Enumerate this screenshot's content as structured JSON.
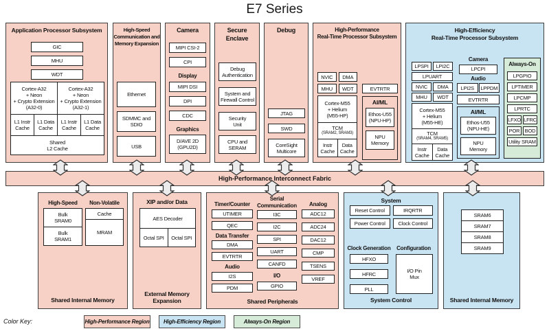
{
  "title": "E7 Series",
  "colors": {
    "hp": "#f7d1c5",
    "he": "#c8e3f1",
    "ao": "#d7ebd9"
  },
  "fabric_label": "High-Performance Interconnect Fabric",
  "aps": {
    "title": "Application Processor Subsystem",
    "gic": "GIC",
    "mhu": "MHU",
    "wdt": "WDT",
    "core0": "Cortex-A32\n+ Neon\n+ Crypto Extension\n(A32-0)",
    "core1": "Cortex-A32\n+ Neon\n+ Crypto Extension\n(A32-1)",
    "l1i": "L1 Instr\nCache",
    "l1d": "L1 Data\nCache",
    "l2": "Shared\nL2 Cache"
  },
  "hscme": {
    "title": "High-Speed\nCommunication and\nMemory Expansion",
    "eth": "Ethernet",
    "sdmmc": "SDMMC and\nSDIO",
    "usb": "USB"
  },
  "camera": {
    "title": "Camera",
    "mipi_csi": "MIPI CSI-2",
    "cpi": "CPI",
    "display": "Display",
    "mipi_dsi": "MIPI DSI",
    "dpi": "DPI",
    "cdc": "CDC",
    "graphics": "Graphics",
    "gpu": "D/AVE 2D\n(GPU2D)"
  },
  "secure": {
    "title": "Secure\nEnclave",
    "dbg_auth": "Debug\nAuthentication",
    "sys_fw": "System and\nFirewall Control",
    "sec_unit": "Security\nUnit",
    "cpu_seram": "CPU and\nSERAM"
  },
  "debug": {
    "title": "Debug",
    "jtag": "JTAG",
    "swd": "SWD",
    "coresight": "CoreSight\nMulticore"
  },
  "hprt": {
    "title": "High-Performance\nReal-Time Processor Subsystem",
    "nvic": "NVIC",
    "dma": "DMA",
    "mhu": "MHU",
    "wdt": "WDT",
    "core": "Cortex-M55\n+ Helium\n(M55-HP)",
    "tcm": "TCM",
    "tcm_sub": "(SRAM2, SRAM3)",
    "icache": "Instr\nCache",
    "dcache": "Data\nCache",
    "evtrtr": "EVTRTR",
    "aiml": "AI/ML",
    "npu": "Ethos-U55\n(NPU-HP)",
    "npu_mem": "NPU\nMemory"
  },
  "hert": {
    "title": "High-Efficiency\nReal-Time Processor Subsystem",
    "lpspi": "LPSPI",
    "lpi2c": "LPI2C",
    "lpuart": "LPUART",
    "nvic": "NVIC",
    "dma": "DMA",
    "mhu": "MHU",
    "wdt": "WDT",
    "core": "Cortex-M55\n+ Helium\n(M55-HE)",
    "tcm": "TCM",
    "tcm_sub": "(SRAM4, SRAM5)",
    "icache": "Instr\nCache",
    "dcache": "Data\nCache",
    "camera": "Camera",
    "lpcpi": "LPCPI",
    "audio": "Audio",
    "lpi2s": "LPI2S",
    "lppdm": "LPPDM",
    "evtrtr": "EVTRTR",
    "aiml": "AI/ML",
    "npu": "Ethos-U55\n(NPU-HE)",
    "npu_mem": "NPU\nMemory",
    "ao": {
      "title": "Always-On",
      "items": [
        "LPGPIO",
        "LPTIMER",
        "LPCMP",
        "LPRTC"
      ],
      "lfxo": "LFXO",
      "lfrc": "LFRC",
      "por": "POR",
      "bod": "BOD",
      "utility": "Utility SRAM"
    }
  },
  "sim_left": {
    "hs": "High-Speed",
    "nv": "Non-Volatile",
    "sram0": "Bulk\nSRAM0",
    "sram1": "Bulk\nSRAM1",
    "cache": "Cache",
    "mram": "MRAM",
    "title": "Shared Internal Memory"
  },
  "eme": {
    "header": "XIP and/or Data",
    "aes": "AES Decoder",
    "ospi0": "Octal SPI",
    "ospi1": "Octal SPI",
    "title": "External Memory\nExpansion"
  },
  "periph": {
    "timer": "Timer/Counter",
    "utimer": "UTIMER",
    "qec": "QEC",
    "dt": "Data Transfer",
    "dma": "DMA",
    "evtrtr": "EVTRTR",
    "audio": "Audio",
    "i2s": "I2S",
    "pdm": "PDM",
    "serial": "Serial\nCommunication",
    "i3c": "I3C",
    "i2c": "I2C",
    "spi": "SPI",
    "uart": "UART",
    "canfd": "CANFD",
    "io": "I/O",
    "gpio": "GPIO",
    "analog": "Analog",
    "adc12": "ADC12",
    "adc24": "ADC24",
    "dac12": "DAC12",
    "cmp": "CMP",
    "tsens": "TSENS",
    "vref": "VREF",
    "title": "Shared Peripherals"
  },
  "sysctl": {
    "system": "System",
    "reset": "Reset Control",
    "irqrtr": "IRQRTR",
    "power": "Power Control",
    "clkctl": "Clock Control",
    "clkgen": "Clock Generation",
    "hfxo": "HFXO",
    "hfrc": "HFRC",
    "pll": "PLL",
    "config": "Configuration",
    "iomux": "I/O Pin\nMux",
    "title": "System Control"
  },
  "sim_right": {
    "items": [
      "SRAM6",
      "SRAM7",
      "SRAM8",
      "SRAM9"
    ],
    "title": "Shared Internal Memory"
  },
  "color_key": {
    "label": "Color Key:",
    "hp": "High-Performance Region",
    "he": "High-Efficiency Region",
    "ao": "Always-On Region"
  }
}
